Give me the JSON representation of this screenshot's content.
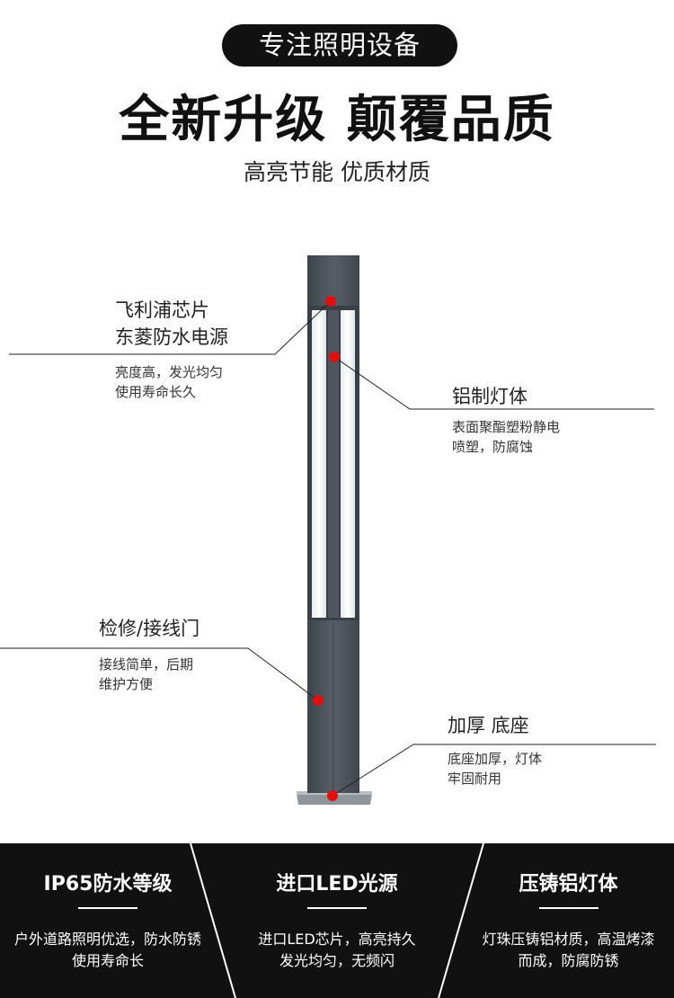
{
  "header": {
    "pill": "专注照明设备",
    "headline": "全新升级 颠覆品质",
    "subline": "高亮节能 优质材质"
  },
  "annotations": {
    "chip": {
      "title1": "飞利浦芯片",
      "title2": "东菱防水电源",
      "desc1": "亮度高，发光均匀",
      "desc2": "使用寿命长久"
    },
    "body": {
      "title": "铝制灯体",
      "desc1": "表面聚酯塑粉静电",
      "desc2": "喷塑，防腐蚀"
    },
    "door": {
      "title": "检修/接线门",
      "desc1": "接线简单，后期",
      "desc2": "维护方便"
    },
    "base": {
      "title": "加厚 底座",
      "desc1": "底座加厚，灯体",
      "desc2": "牢固耐用"
    }
  },
  "features": [
    {
      "title": "IP65防水等级",
      "line1": "户外道路照明优选，防水防锈",
      "line2": "使用寿命长"
    },
    {
      "title": "进口LED光源",
      "line1": "进口LED芯片，高亮持久",
      "line2": "发光均匀，无频闪"
    },
    {
      "title": "压铸铝灯体",
      "line1": "灯珠压铸铝材质，高温烤漆",
      "line2": "而成，防腐防锈"
    }
  ],
  "colors": {
    "marker": "#e01010",
    "pole": "#4a5058",
    "band": "#111111"
  }
}
